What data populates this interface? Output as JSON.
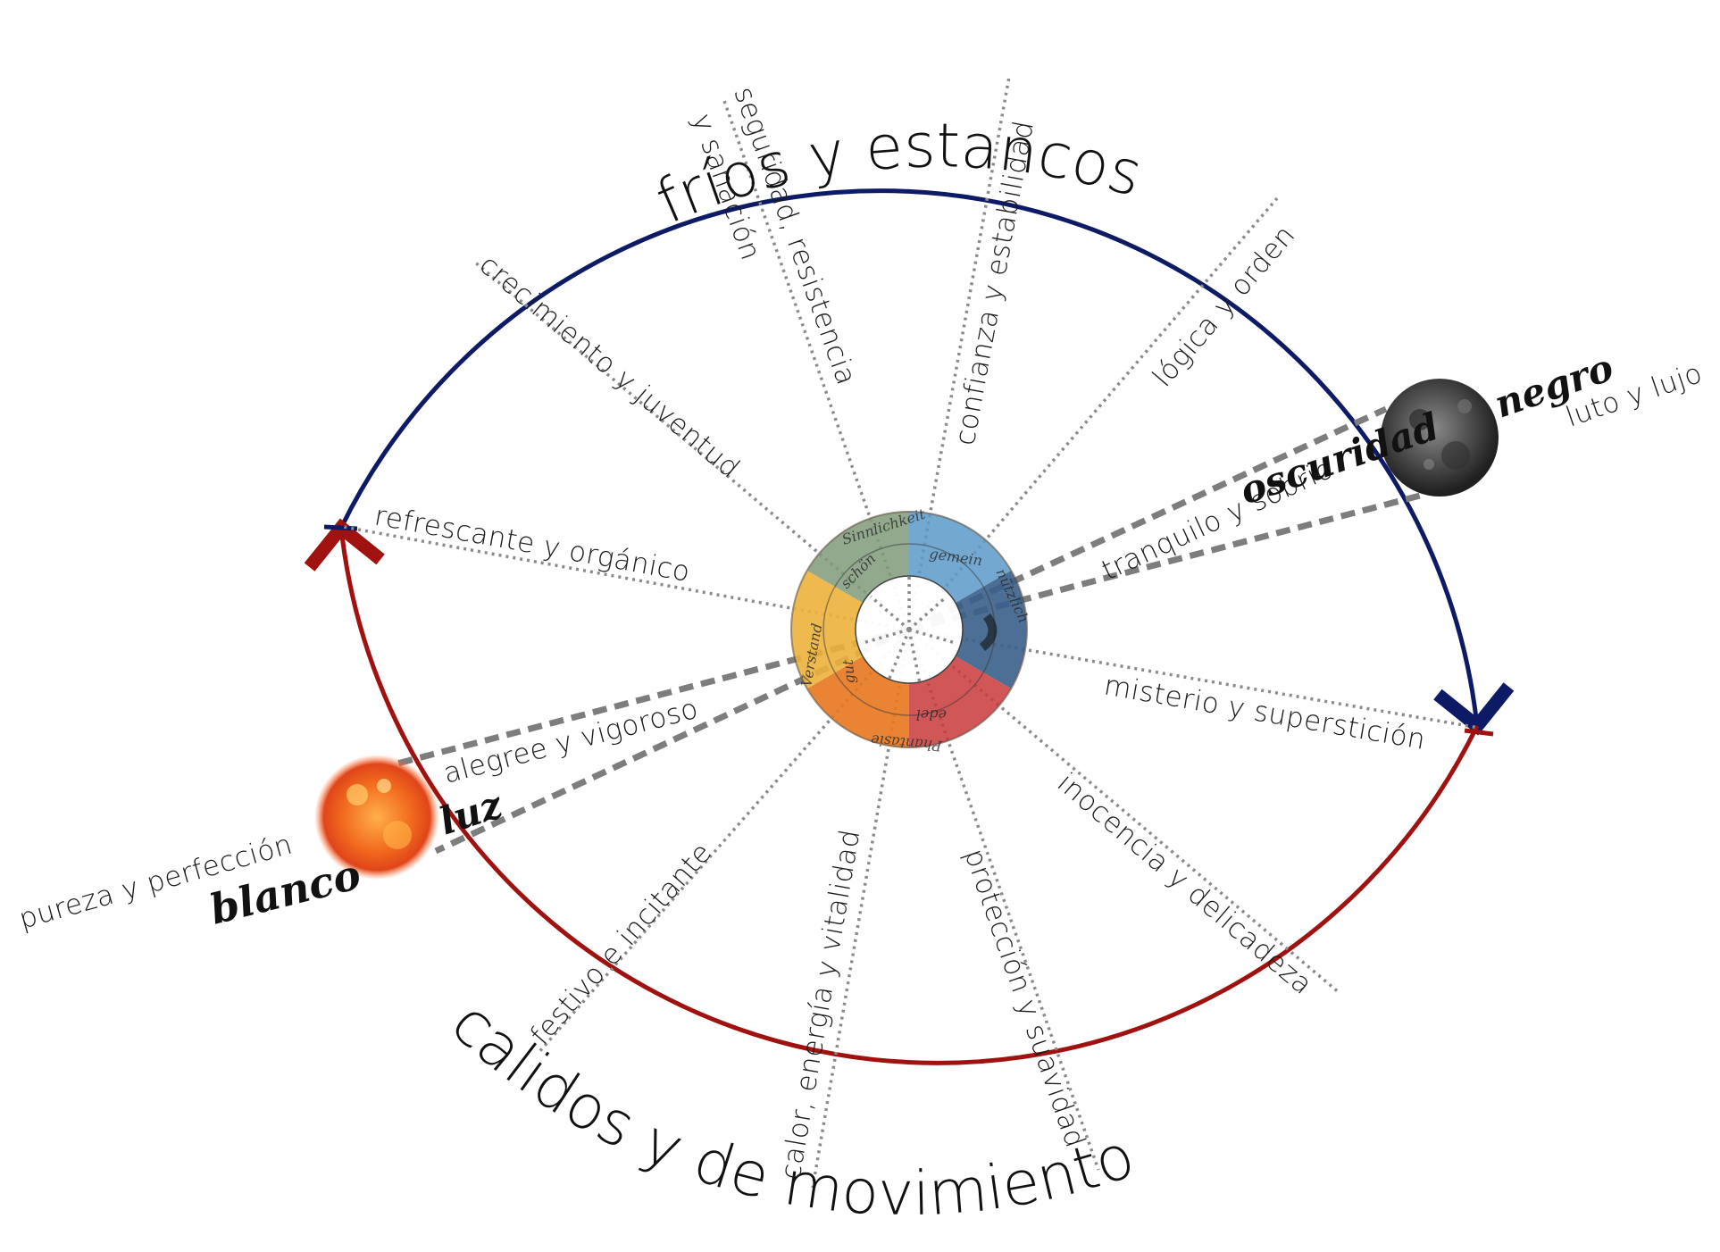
{
  "arc_titles": {
    "cold": "fríos y estancos",
    "warm": "calidos y de movimiento"
  },
  "rays": [
    "seguridad, resistencia",
    "y sanación",
    "confianza y estabilidad",
    "lógica y orden",
    "crecimiento y juventud",
    "refrescante y orgánico",
    "tranquilo y sobrio",
    "misterio y superstición",
    "inocencia y delicadeza",
    "protección y suavidad",
    "calor, energía y vitalidad",
    "festivo e incitante",
    "alegree y vigoroso"
  ],
  "light": {
    "word": "luz",
    "color_name": "blanco",
    "meaning": "pureza y perfección"
  },
  "dark": {
    "word": "oscuridad",
    "color_name": "negro",
    "meaning": "luto y lujo"
  },
  "wheel_words": [
    "Verstand",
    "Sinnlichkeit",
    "gemein",
    "Phantasie",
    "schön",
    "edel",
    "gut",
    "nützlich"
  ],
  "colors": {
    "cold_arc": "#0d1a66",
    "warm_arc": "#a0120f",
    "sun": "#e8551a",
    "moon": "#555555"
  }
}
